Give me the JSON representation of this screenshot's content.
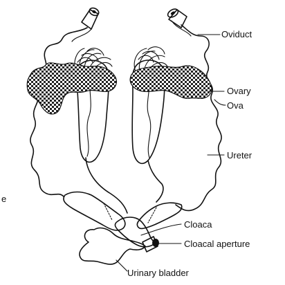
{
  "labels": {
    "oviduct": "Oviduct",
    "ovary": "Ovary",
    "ova": "Ova",
    "ureter": "Ureter",
    "cloaca": "Cloaca",
    "cloacal_aperture": "Cloacal aperture",
    "urinary_bladder": "Urinary bladder",
    "stray_letter": "e"
  }
}
